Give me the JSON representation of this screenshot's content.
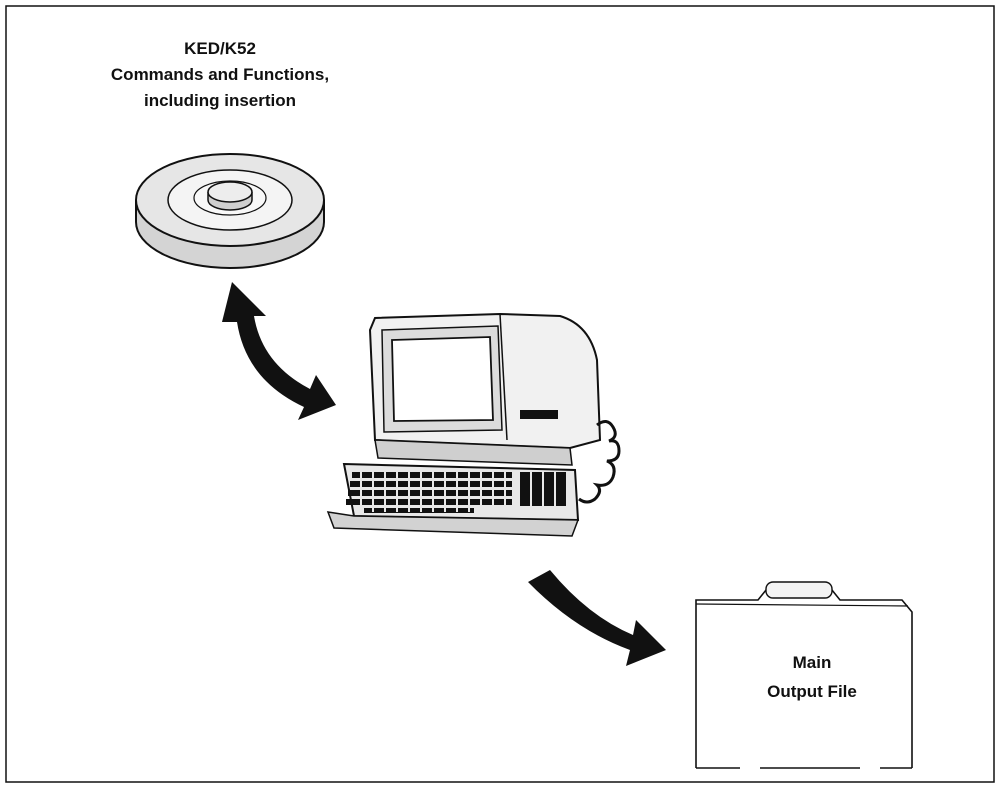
{
  "diagram": {
    "disk": {
      "labels": [
        "KED/K52",
        "Commands and Functions,",
        "including insertion"
      ],
      "icon": "floppy-disk-icon"
    },
    "terminal": {
      "icon": "computer-terminal-icon"
    },
    "file": {
      "labels": [
        "Main",
        "Output File"
      ],
      "icon": "file-folder-icon"
    },
    "arrows": [
      {
        "from": "disk",
        "to": "terminal",
        "direction": "bidirectional"
      },
      {
        "from": "terminal",
        "to": "file",
        "direction": "one-way"
      }
    ],
    "colors": {
      "ink": "#111111",
      "paper": "#ffffff",
      "shade": "#d8d8d8"
    }
  }
}
